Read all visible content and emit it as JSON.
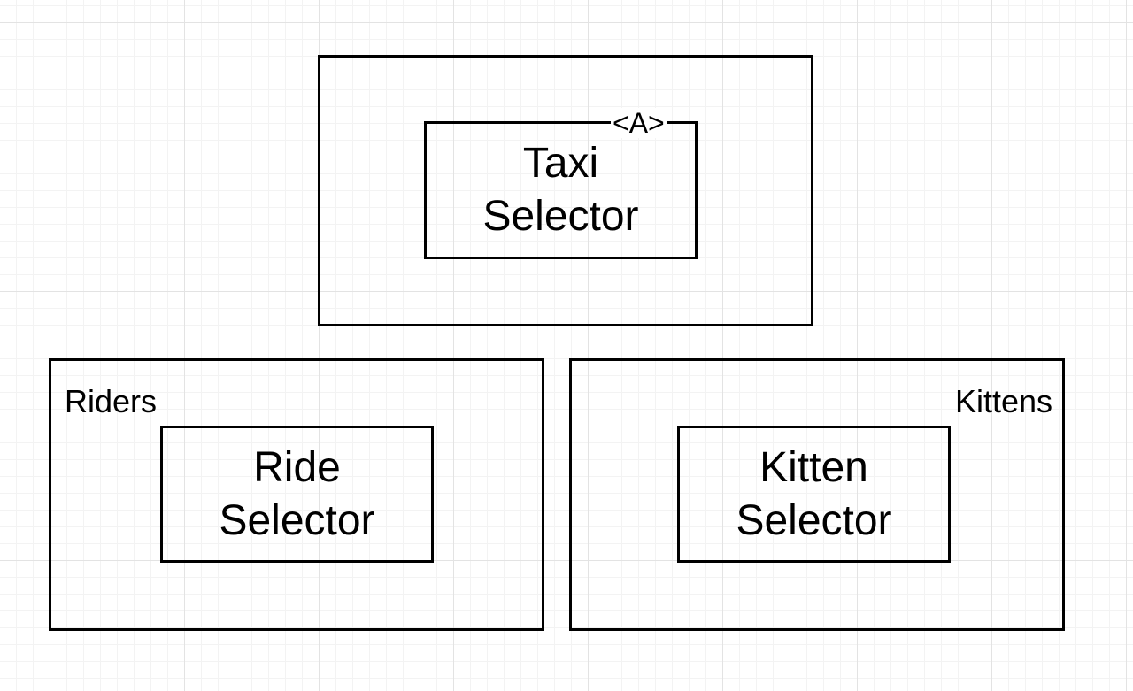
{
  "diagram": {
    "top": {
      "inner_label": "Taxi\nSelector",
      "tag": "<A>"
    },
    "left": {
      "outer_label": "Riders",
      "inner_label": "Ride\nSelector"
    },
    "right": {
      "outer_label": "Kittens",
      "inner_label": "Kitten\nSelector"
    }
  }
}
